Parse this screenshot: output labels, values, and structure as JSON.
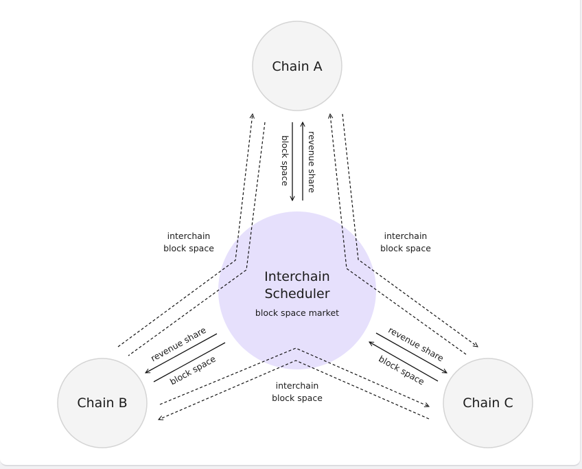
{
  "colors": {
    "chain_fill": "#f4f4f4",
    "chain_stroke": "#d4d4d4",
    "scheduler_fill": "#e6e0fc",
    "line": "#111111"
  },
  "nodes": {
    "chain_a": {
      "label": "Chain A"
    },
    "chain_b": {
      "label": "Chain B"
    },
    "chain_c": {
      "label": "Chain C"
    },
    "scheduler": {
      "title_line1": "Interchain",
      "title_line2": "Scheduler",
      "subtitle": "block space market"
    }
  },
  "edges": {
    "a_scheduler": {
      "out_label": "block space",
      "in_label": "revenue share"
    },
    "b_scheduler": {
      "in_label": "revenue share",
      "out_label": "block space"
    },
    "c_scheduler": {
      "in_label": "revenue share",
      "out_label": "block space"
    },
    "interchain_ab": {
      "line1": "interchain",
      "line2": "block space"
    },
    "interchain_ac": {
      "line1": "interchain",
      "line2": "block space"
    },
    "interchain_bc": {
      "line1": "interchain",
      "line2": "block space"
    }
  }
}
